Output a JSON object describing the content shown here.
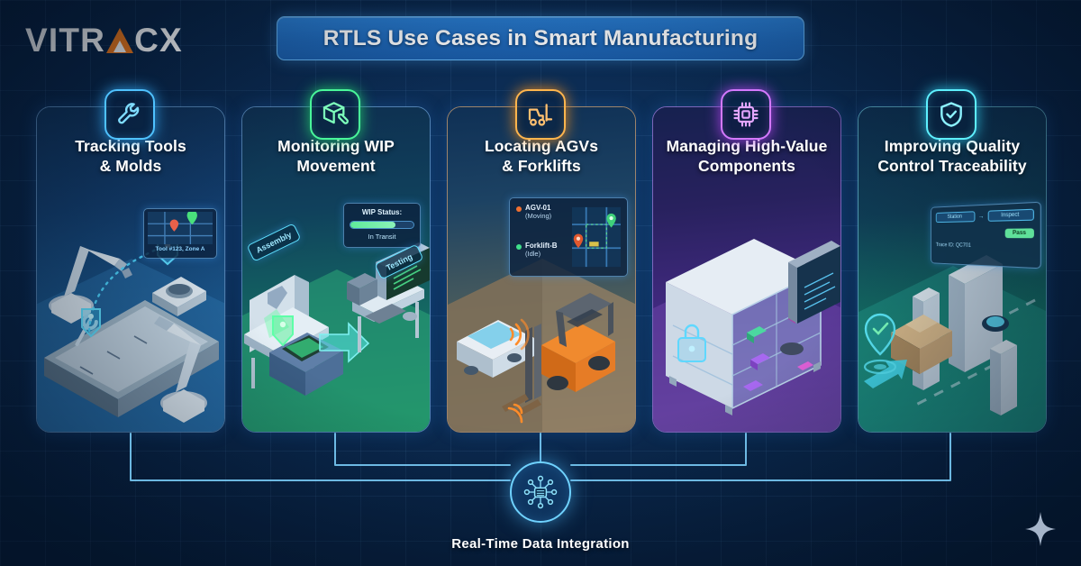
{
  "brand": {
    "name_part1": "VITR",
    "name_accent": "A",
    "name_part2": "CX",
    "accent_color": "#f07818",
    "logo_icon": "triangle-arrow-icon"
  },
  "header": {
    "title": "RTLS Use Cases in Smart Manufacturing",
    "banner_color": "#2a7fd4",
    "banner_border_color": "#63b0ec"
  },
  "background": {
    "base_color": "#0b2a50",
    "grid_color": "#78b4f0",
    "sparkle_icon": "four-point-star-icon"
  },
  "cards": [
    {
      "id": "tracking-tools",
      "icon": "wrench-icon",
      "accent": "#3fb4f0",
      "glow": "#4fc2ff",
      "title_line1": "Tracking Tools",
      "title_line2": "& Molds",
      "scene": "isometric conveyor with robotic arms, wrench and RTLS tags",
      "hud": {
        "map_label": "Tool #123, Zone A"
      }
    },
    {
      "id": "monitoring-wip",
      "icon": "box-tag-icon",
      "accent": "#3fe08a",
      "glow": "#49f79a",
      "title_line1": "Monitoring WIP",
      "title_line2": "Movement",
      "scene": "assembly and testing stations with tagged WIP crate",
      "hud": {
        "status_title": "WIP Status:",
        "status_value": "In Transit",
        "progress_percent": 72,
        "station_1": "Assembly",
        "station_2": "Testing"
      }
    },
    {
      "id": "locating-agvs",
      "icon": "forklift-icon",
      "accent": "#f5a33c",
      "glow": "#ffb54d",
      "title_line1": "Locating AGVs",
      "title_line2": "& Forklifts",
      "scene": "AGV and forklift on plant floor emitting RTLS signals",
      "hud": {
        "asset_1_name": "AGV-01",
        "asset_1_state": "(Moving)",
        "asset_1_color": "#f07030",
        "asset_2_name": "Forklift-B",
        "asset_2_state": "(Idle)",
        "asset_2_color": "#3fe08a"
      }
    },
    {
      "id": "managing-components",
      "icon": "microchip-icon",
      "accent": "#c261f5",
      "glow": "#d479ff",
      "title_line1": "Managing High-Value",
      "title_line2": "Components",
      "scene": "locked glass cabinet of tagged high-value parts with tablet",
      "hud": {
        "lock_icon": "padlock-icon"
      }
    },
    {
      "id": "quality-traceability",
      "icon": "shield-check-icon",
      "accent": "#49dff0",
      "glow": "#5ef0ff",
      "title_line1": "Improving Quality",
      "title_line2": "Control Traceability",
      "scene": "RFID gate scanning a carton with traceability flow screen",
      "hud": {
        "screen_node_1": "Station",
        "screen_node_2": "Inspect",
        "screen_result": "Pass",
        "screen_caption": "Trace ID: QC701"
      }
    }
  ],
  "hub": {
    "caption": "Real-Time Data Integration",
    "icon": "network-database-icon",
    "color": "#6fd2ff"
  }
}
